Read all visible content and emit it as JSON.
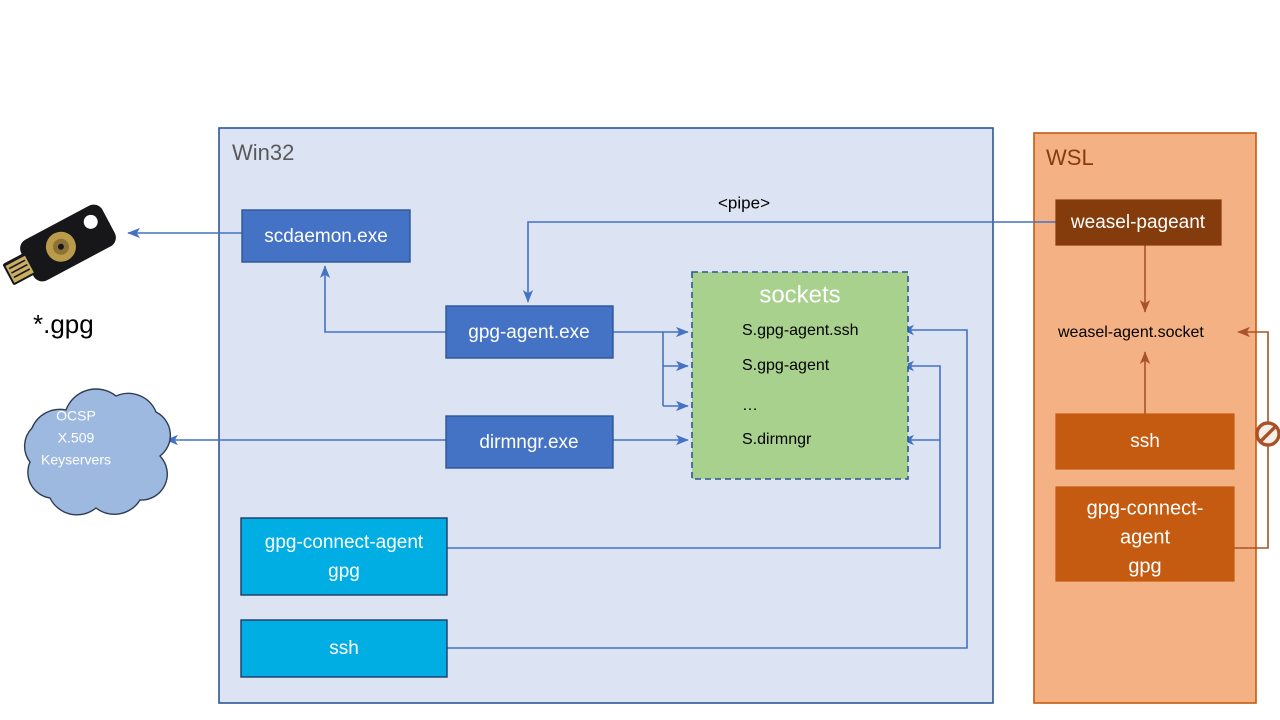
{
  "diagram": {
    "title_win32": "Win32",
    "title_wsl": "WSL",
    "pipe_label": "<pipe>",
    "gpg_file_label": "*.gpg",
    "wsl_socket_label": "weasel-agent.socket"
  },
  "colors": {
    "win32_panel_fill": "#DCE4F4",
    "win32_panel_stroke": "#2E5596",
    "wsl_panel_fill": "#F4B183",
    "wsl_panel_stroke": "#C55A11",
    "steel_blue": "#4472C4",
    "steel_blue_stroke": "#2F5597",
    "cyan_blue": "#00AEE4",
    "cyan_blue_stroke": "#1F3864",
    "sockets_fill": "#A9D18E",
    "sockets_stroke": "#2F5597",
    "dark_brown": "#843C0C",
    "mid_brown": "#C55A11",
    "arrow_blue": "#4472C4",
    "arrow_brown": "#A9522A",
    "cloud_fill": "#9DB9E0",
    "cloud_stroke": "#2F3C52",
    "yubikey_body": "#17171A",
    "yubikey_gold": "#B99B4A"
  },
  "win32": {
    "processes": [
      {
        "name": "scdaemon",
        "label": "scdaemon.exe"
      },
      {
        "name": "gpg-agent",
        "label": "gpg-agent.exe"
      },
      {
        "name": "dirmngr",
        "label": "dirmngr.exe"
      },
      {
        "name": "gpg-connect-agent",
        "label_line1": "gpg-connect-agent",
        "label_line2": "gpg"
      },
      {
        "name": "ssh",
        "label": "ssh"
      }
    ],
    "sockets": {
      "title": "sockets",
      "items": [
        "S.gpg-agent.ssh",
        "S.gpg-agent",
        "…",
        "S.dirmngr"
      ]
    }
  },
  "wsl": {
    "processes": [
      {
        "name": "weasel-pageant",
        "label": "weasel-pageant"
      },
      {
        "name": "ssh",
        "label": "ssh"
      },
      {
        "name": "gpg-connect-agent",
        "label_line1": "gpg-connect-",
        "label_line2": "agent",
        "label_line3": "gpg"
      }
    ],
    "socket_label": "weasel-agent.socket",
    "blocked_marker": "no-entry"
  },
  "external": {
    "yubikey_name": "yubikey",
    "file_label": "*.gpg",
    "cloud": {
      "lines": [
        "OCSP",
        "X.509",
        "Keyservers"
      ]
    }
  }
}
